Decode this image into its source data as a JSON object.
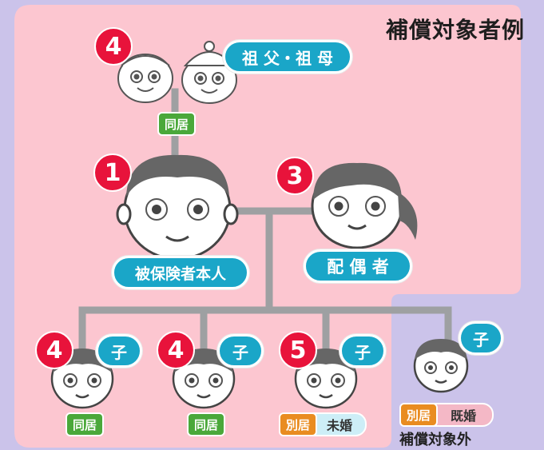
{
  "title": "補償対象者例",
  "nodes": {
    "grandparents": {
      "label": "祖 父・祖 母",
      "badge": "4",
      "tag": "同居"
    },
    "self": {
      "label": "被保険者本人",
      "badge": "1"
    },
    "spouse": {
      "label": "配 偶 者",
      "badge": "3"
    },
    "child1": {
      "label": "子",
      "badge": "4",
      "tag": "同居"
    },
    "child2": {
      "label": "子",
      "badge": "4",
      "tag": "同居"
    },
    "child3": {
      "label": "子",
      "badge": "5",
      "tag": "別居",
      "status": "未婚"
    },
    "child4": {
      "label": "子",
      "tag": "別居",
      "status": "既婚",
      "note": "補償対象外"
    }
  },
  "colors": {
    "pink_zone": "#fcc6d0",
    "background": "#cbc3ea",
    "badge": "#e8133b",
    "pill": "#1aa6c8",
    "tag_green": "#4aa83a",
    "tag_orange": "#e98c20",
    "line": "#9ea0a2"
  }
}
